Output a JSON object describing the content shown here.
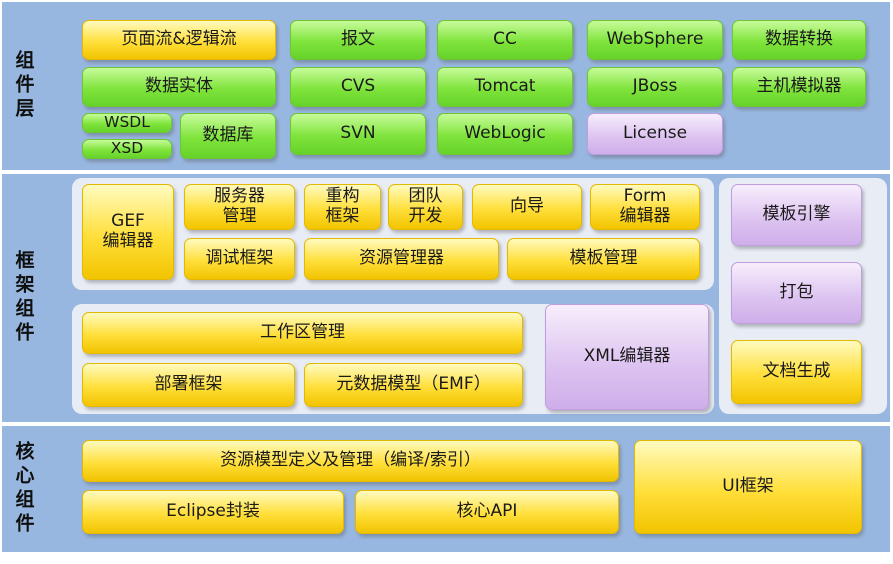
{
  "layers": {
    "component": {
      "label": "组件层",
      "items": {
        "page_flow": "页面流&逻辑流",
        "message": "报文",
        "cc": "CC",
        "websphere": "WebSphere",
        "data_convert": "数据转换",
        "data_entity": "数据实体",
        "cvs": "CVS",
        "tomcat": "Tomcat",
        "jboss": "JBoss",
        "host_sim": "主机模拟器",
        "wsdl": "WSDL",
        "xsd": "XSD",
        "database": "数据库",
        "svn": "SVN",
        "weblogic": "WebLogic",
        "license": "License"
      }
    },
    "framework": {
      "label": "框架组件",
      "items": {
        "gef": "GEF\n编辑器",
        "server_mgmt": "服务器\n管理",
        "refactor": "重构\n框架",
        "team_dev": "团队\n开发",
        "wizard": "向导",
        "form_editor": "Form\n编辑器",
        "debug": "调试框架",
        "resource_mgr": "资源管理器",
        "template_mgmt": "模板管理",
        "workspace": "工作区管理",
        "deploy": "部署框架",
        "metadata": "元数据模型（EMF）",
        "xml_editor": "XML编辑器",
        "template_engine": "模板引擎",
        "packaging": "打包",
        "doc_gen": "文档生成"
      }
    },
    "core": {
      "label": "核心组件",
      "items": {
        "resource_model": "资源模型定义及管理（编译/索引）",
        "eclipse_wrap": "Eclipse封装",
        "core_api": "核心API",
        "ui_framework": "UI框架"
      }
    }
  },
  "colors": {
    "layer_bg": "#98b7e0",
    "panel_bg": "#e8ecf5",
    "green": "#7fe43c",
    "yellow": "#ffdf3a",
    "purple": "#dcc2f0"
  }
}
